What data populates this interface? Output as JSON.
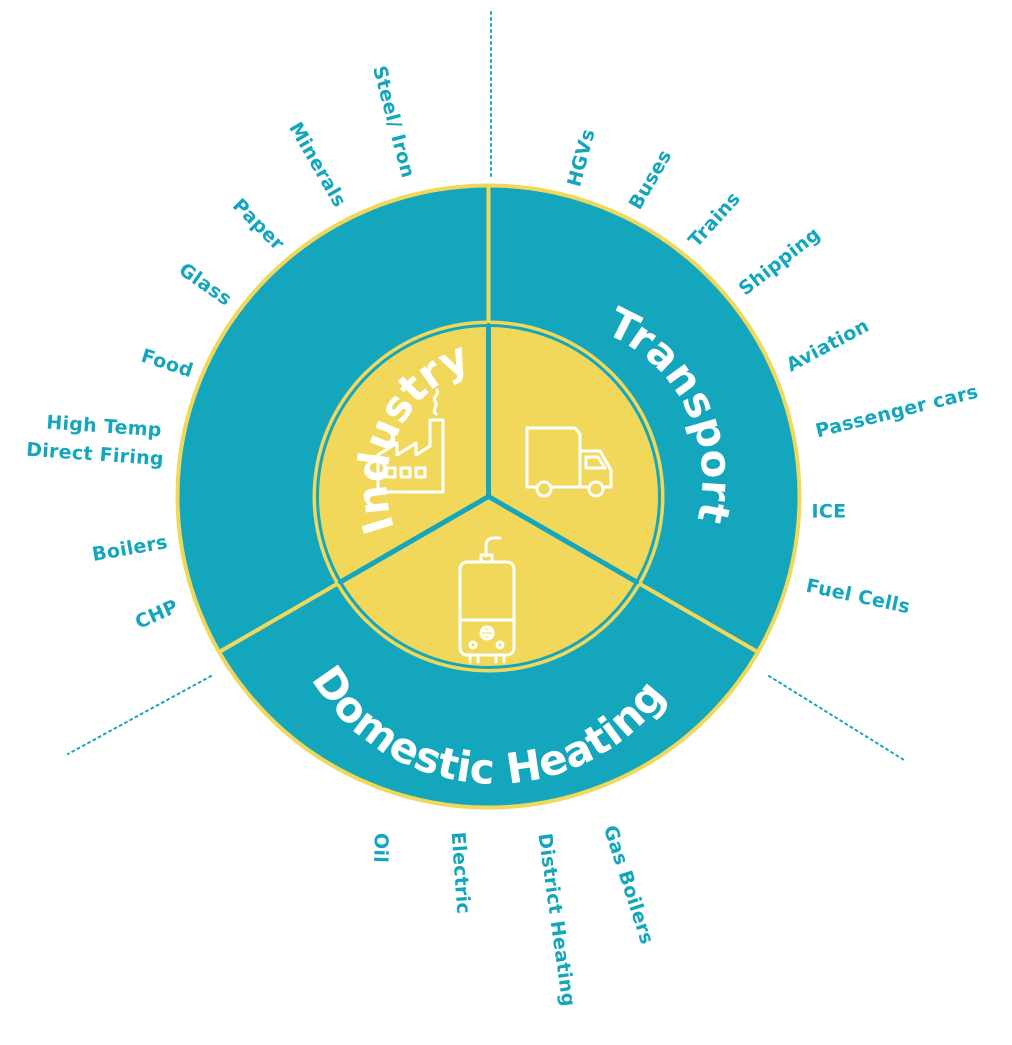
{
  "colors": {
    "teal": "#14a6bd",
    "yellow": "#f2d85a",
    "white": "#ffffff"
  },
  "sectors": {
    "industry": {
      "label": "Industry",
      "icon": "factory-icon",
      "items": [
        "Steel/ Iron",
        "Minerals",
        "Paper",
        "Glass",
        "Food",
        "High Temp",
        "Direct Firing",
        "Boilers",
        "CHP"
      ]
    },
    "transport": {
      "label": "Transport",
      "icon": "truck-icon",
      "items": [
        "HGVs",
        "Buses",
        "Trains",
        "Shipping",
        "Aviation",
        "Passenger cars",
        "ICE",
        "Fuel Cells"
      ]
    },
    "heating": {
      "label": "Domestic Heating",
      "icon": "boiler-icon",
      "items": [
        "Gas Boilers",
        "District Heating",
        "Electric",
        "Oil"
      ]
    }
  }
}
